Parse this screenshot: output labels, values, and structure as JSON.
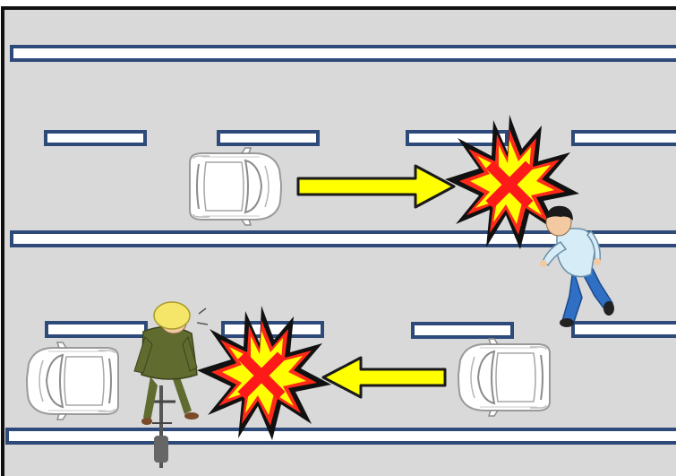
{
  "scene": {
    "type": "road-safety-illustration",
    "colors": {
      "road": "#d9d9d9",
      "border": "#111111",
      "lane_marking_fill": "#ffffff",
      "lane_marking_stroke": "#2e4a7a",
      "arrow_fill": "#ffff00",
      "arrow_stroke": "#1a1a1a",
      "burst_outer": "#111111",
      "burst_middle": "#ff2a1a",
      "burst_inner": "#ffff00",
      "cross": "#ff1a1a",
      "pedestrian_shirt": "#d6ecf7",
      "pedestrian_pants": "#2f6fc4",
      "cyclist_hat": "#f5e66a",
      "cyclist_jacket": "#5f6b2f"
    },
    "elements": {
      "upper_car": {
        "icon": "car-top-view-icon",
        "direction": "right"
      },
      "upper_arrow": {
        "icon": "arrow-right-icon"
      },
      "upper_collision": {
        "icon": "collision-burst-icon",
        "mark": "cross-mark-icon"
      },
      "pedestrian": {
        "icon": "running-pedestrian-icon"
      },
      "lower_car_left": {
        "icon": "car-top-view-icon"
      },
      "cyclist": {
        "icon": "cyclist-icon"
      },
      "lower_collision": {
        "icon": "collision-burst-icon",
        "mark": "cross-mark-icon"
      },
      "lower_arrow": {
        "icon": "arrow-left-icon"
      },
      "lower_car_right": {
        "icon": "car-top-view-icon",
        "direction": "left"
      }
    }
  }
}
